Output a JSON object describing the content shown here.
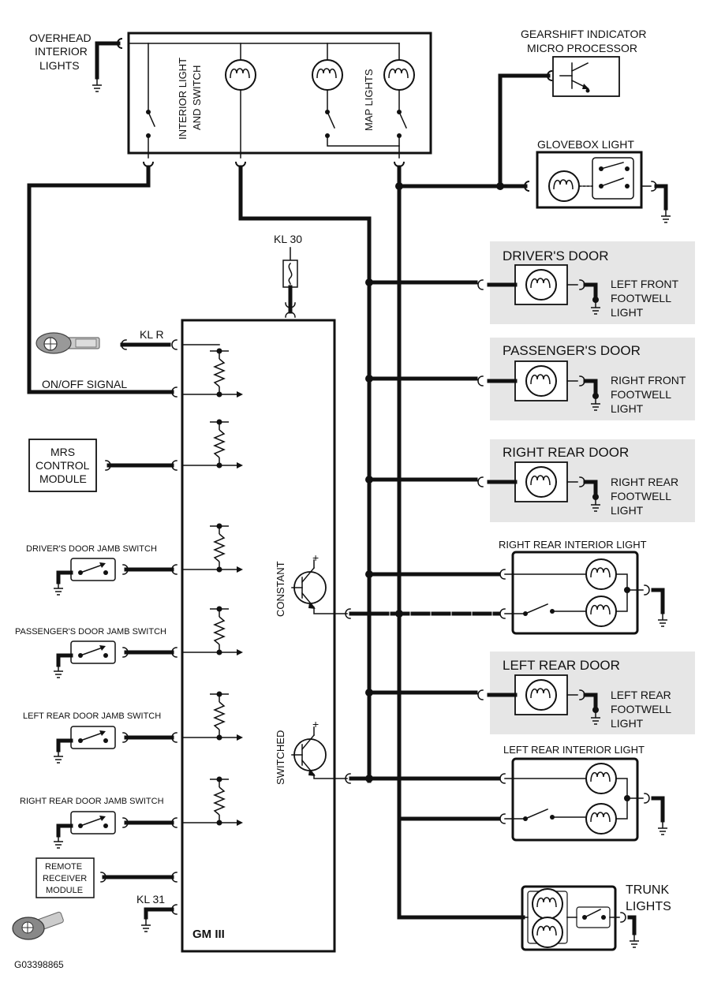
{
  "figure_id": "G03398865",
  "module": {
    "name": "GM III",
    "power": "KL 30",
    "ground": "KL 31",
    "ignition": "KL R"
  },
  "signals": {
    "on_off": "ON/OFF SIGNAL"
  },
  "overhead": {
    "title": [
      "OVERHEAD",
      "INTERIOR",
      "LIGHTS"
    ],
    "interior_light": [
      "INTERIOR LIGHT",
      "AND SWITCH"
    ],
    "map_lights": "MAP LIGHTS"
  },
  "gearshift": [
    "GEARSHIFT INDICATOR",
    "MICRO PROCESSOR"
  ],
  "glovebox": "GLOVEBOX LIGHT",
  "mrs": [
    "MRS",
    "CONTROL",
    "MODULE"
  ],
  "jamb_switches": [
    "DRIVER'S DOOR JAMB SWITCH",
    "PASSENGER'S DOOR JAMB SWITCH",
    "LEFT REAR DOOR JAMB SWITCH",
    "RIGHT REAR DOOR JAMB SWITCH"
  ],
  "remote": [
    "REMOTE",
    "RECEIVER",
    "MODULE"
  ],
  "transistors": {
    "constant": "CONSTANT",
    "switched": "SWITCHED",
    "plus": "+"
  },
  "doors": [
    {
      "title": "DRIVER'S DOOR",
      "light": [
        "LEFT FRONT",
        "FOOTWELL",
        "LIGHT"
      ]
    },
    {
      "title": "PASSENGER'S DOOR",
      "light": [
        "RIGHT FRONT",
        "FOOTWELL",
        "LIGHT"
      ]
    },
    {
      "title": "RIGHT REAR DOOR",
      "light": [
        "RIGHT REAR",
        "FOOTWELL",
        "LIGHT"
      ]
    },
    {
      "title": "LEFT REAR DOOR",
      "light": [
        "LEFT REAR",
        "FOOTWELL",
        "LIGHT"
      ]
    }
  ],
  "rear_lights": {
    "right": "RIGHT REAR INTERIOR LIGHT",
    "left": "LEFT REAR INTERIOR LIGHT"
  },
  "trunk": [
    "TRUNK",
    "LIGHTS"
  ]
}
